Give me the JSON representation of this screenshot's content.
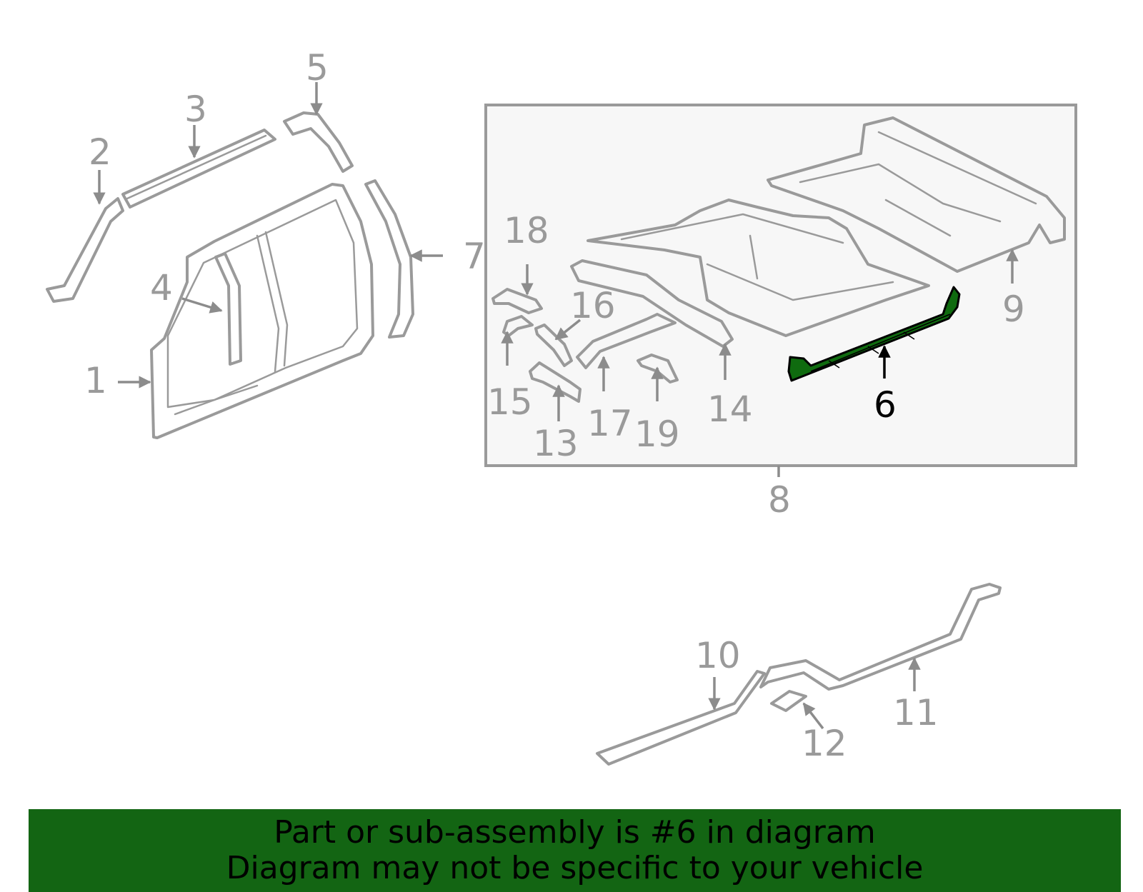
{
  "colors": {
    "part_stroke": "#9a9a9a",
    "highlight_fill": "#0f6b0f",
    "banner_bg": "#136513",
    "inset_bg": "#f7f7f7"
  },
  "callouts": {
    "c1": "1",
    "c2": "2",
    "c3": "3",
    "c4": "4",
    "c5": "5",
    "c6": "6",
    "c7": "7",
    "c8": "8",
    "c9": "9",
    "c10": "10",
    "c11": "11",
    "c12": "12",
    "c13": "13",
    "c14": "14",
    "c15": "15",
    "c16": "16",
    "c17": "17",
    "c18": "18",
    "c19": "19"
  },
  "highlighted_part": "6",
  "banner": {
    "line1": "Part or sub-assembly is #6 in diagram",
    "line2": "Diagram may not be specific to your vehicle"
  }
}
